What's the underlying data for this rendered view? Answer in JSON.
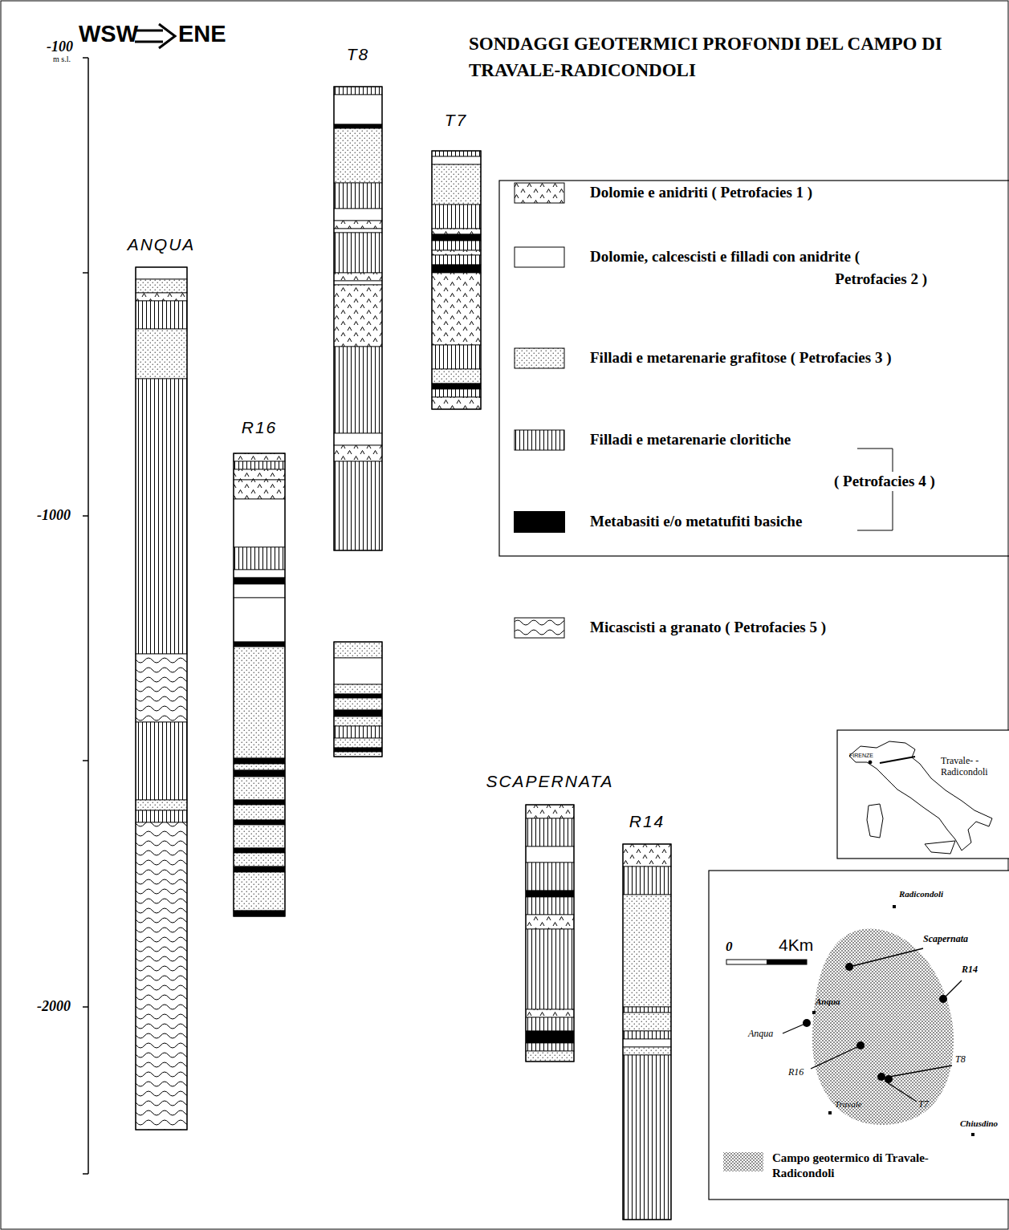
{
  "diagram": {
    "title": "SONDAGGI GEOTERMICI PROFONDI DEL CAMPO DI TRAVALE-RADICONDOLI",
    "nodes": [
      {
        "text": [
          "ANQUA"
        ]
      },
      {
        "text": [
          "R16"
        ]
      },
      {
        "text": [
          "T8"
        ]
      },
      {
        "text": [
          "T7"
        ]
      },
      {
        "text": [
          "SCAPERNATA"
        ]
      },
      {
        "text": [
          "R14"
        ]
      }
    ],
    "labels": [
      "WSW",
      "ENE",
      "-100",
      "m s.l.",
      "-1000",
      "-2000",
      "( Petrofacies 4 )",
      "FIRENZE",
      "Travale- -Radicondoli",
      "0",
      "4Km",
      "Radicondoli",
      "Scapernata",
      "R14",
      "Anqua",
      "Anqua",
      "R16",
      "T8",
      "T7",
      "Travale",
      "Chiusdino"
    ],
    "legend": [
      {
        "text": "Dolomie e anidriti ( Petrofacies 1 )"
      },
      {
        "text": "Dolomie, calcescisti e filladi con anidrite ( Petrofacies 2 )"
      },
      {
        "text": "Filladi e metarenarie grafitose ( Petrofacies 3 )"
      },
      {
        "text": "Filladi e metarenarie cloritiche"
      },
      {
        "text": "Metabasiti e/o metatufiti basiche",
        "color": "#000000"
      },
      {
        "text": "Micascisti a granato ( Petrofacies 5 )"
      },
      {
        "text": "Campo geotermico di Travale-Radicondoli"
      }
    ]
  }
}
